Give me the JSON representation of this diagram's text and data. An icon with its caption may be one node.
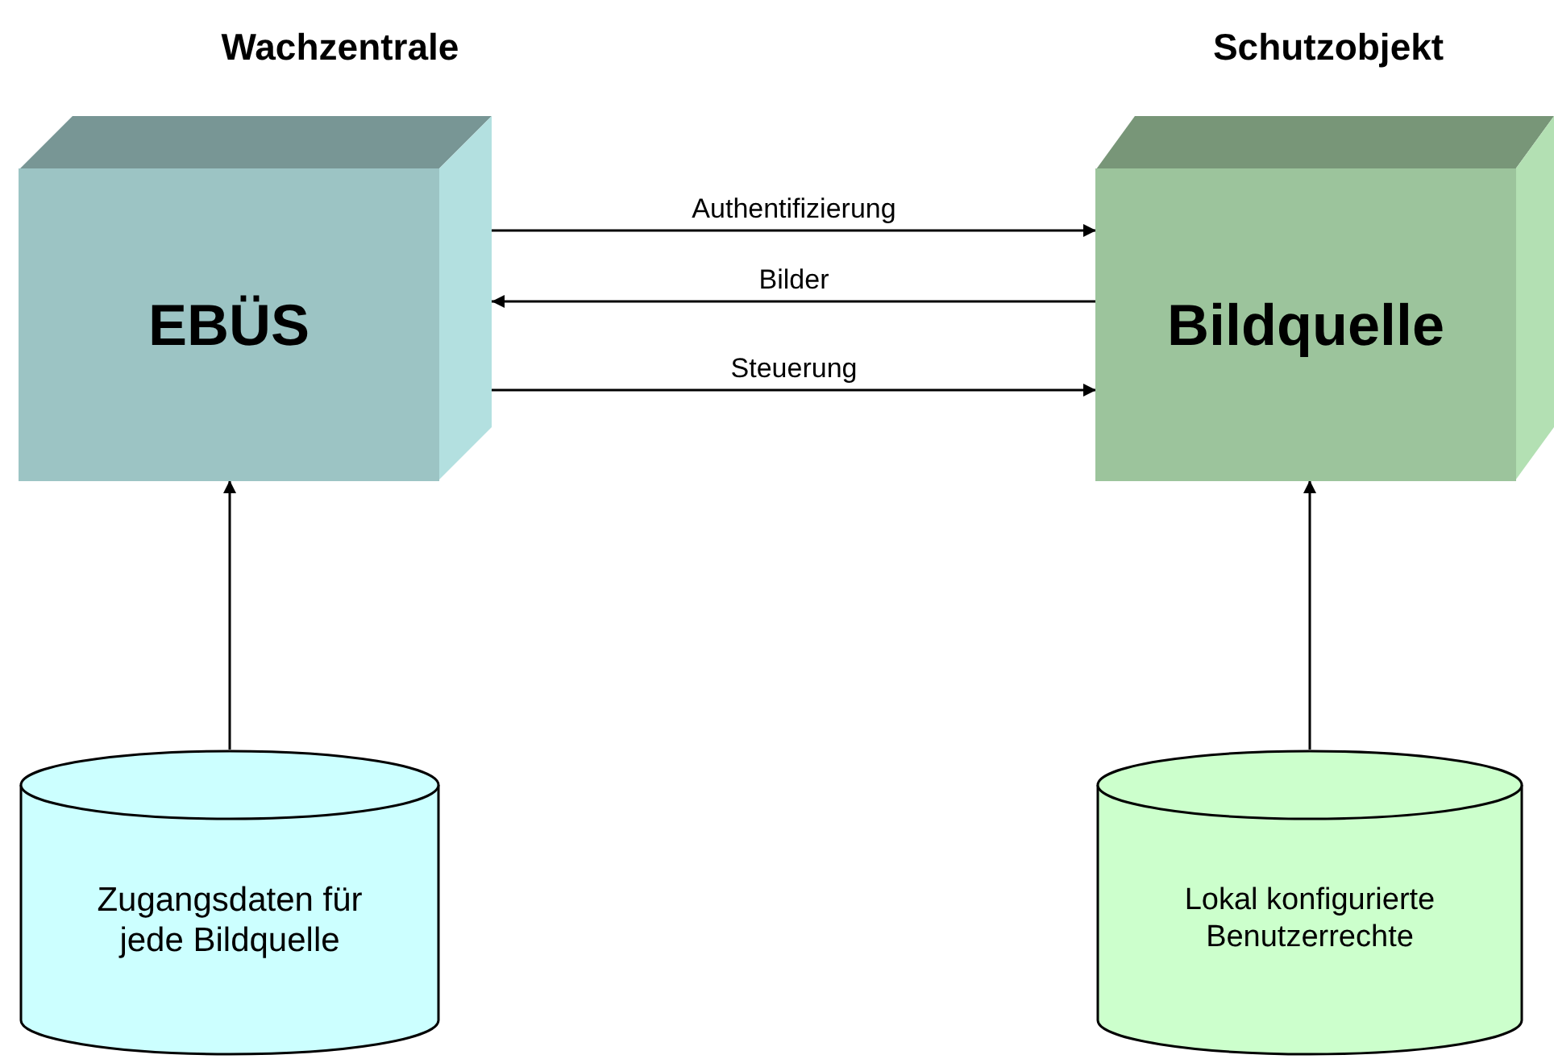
{
  "diagram": {
    "nodes": [
      {
        "text": [
          "EBÜS"
        ]
      },
      {
        "text": [
          "Bildquelle"
        ]
      },
      {
        "text": [
          "Zugangsdaten für jede Bildquelle"
        ]
      },
      {
        "text": [
          "Lokal konfigurierte Benutzerrechte"
        ]
      }
    ],
    "edges": [
      {
        "from": 0,
        "to": 1,
        "arrow": "to",
        "label": "Authentifizierung"
      },
      {
        "from": 1,
        "to": 0,
        "arrow": "to",
        "label": "Bilder"
      },
      {
        "from": 0,
        "to": 1,
        "arrow": "to",
        "label": "Steuerung"
      },
      {
        "from": 2,
        "to": 0,
        "arrow": "to"
      },
      {
        "from": 3,
        "to": 1,
        "arrow": "to"
      }
    ],
    "labels": [
      "Wachzentrale",
      "Schutzobjekt"
    ]
  }
}
